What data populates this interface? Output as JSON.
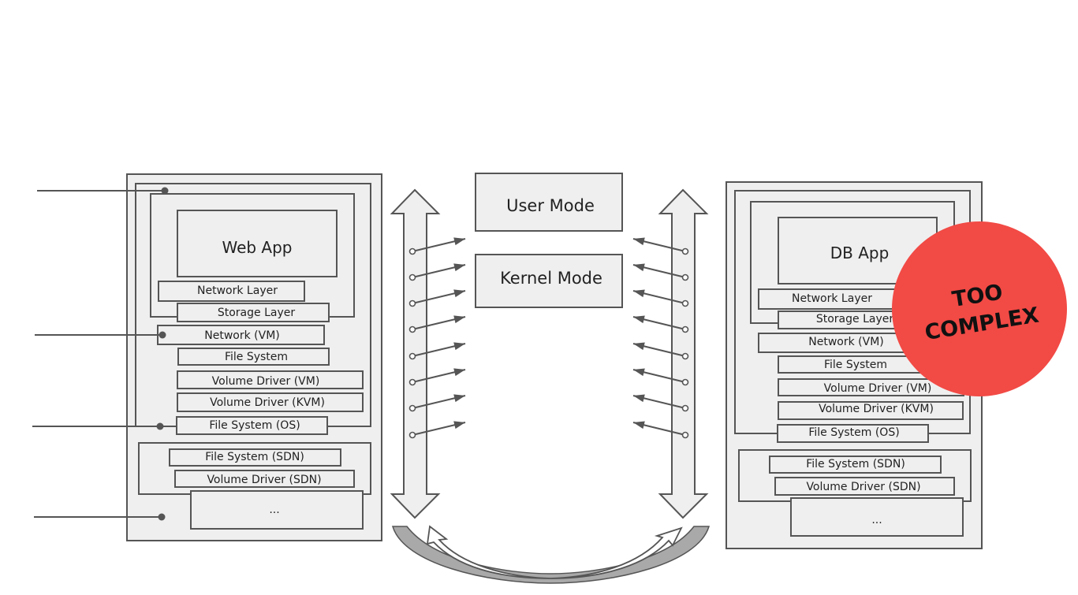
{
  "left_stack": {
    "app_label": "Web App",
    "layers": [
      "Network Layer",
      "Storage Layer",
      "Network (VM)",
      "File System",
      "Volume Driver (VM)",
      "Volume Driver (KVM)",
      "File System (OS)"
    ],
    "sdn_layers": [
      "File System (SDN)",
      "Volume Driver (SDN)"
    ],
    "ellipsis": "..."
  },
  "center": {
    "user_mode": "User Mode",
    "kernel_mode": "Kernel Mode"
  },
  "right_stack": {
    "app_label": "DB App",
    "layers": [
      "Network Layer",
      "Storage Layer",
      "Network (VM)",
      "File System",
      "Volume Driver (VM)",
      "Volume Driver (KVM)",
      "File System (OS)"
    ],
    "sdn_layers": [
      "File System (SDN)",
      "Volume Driver (SDN)"
    ],
    "ellipsis": "..."
  },
  "stamp": {
    "line1": "TOO",
    "line2": "COMPLEX",
    "color": "#f24a45"
  },
  "colors": {
    "stroke": "#555555",
    "fill": "#efefef",
    "swoosh": "#a9a9a9"
  }
}
